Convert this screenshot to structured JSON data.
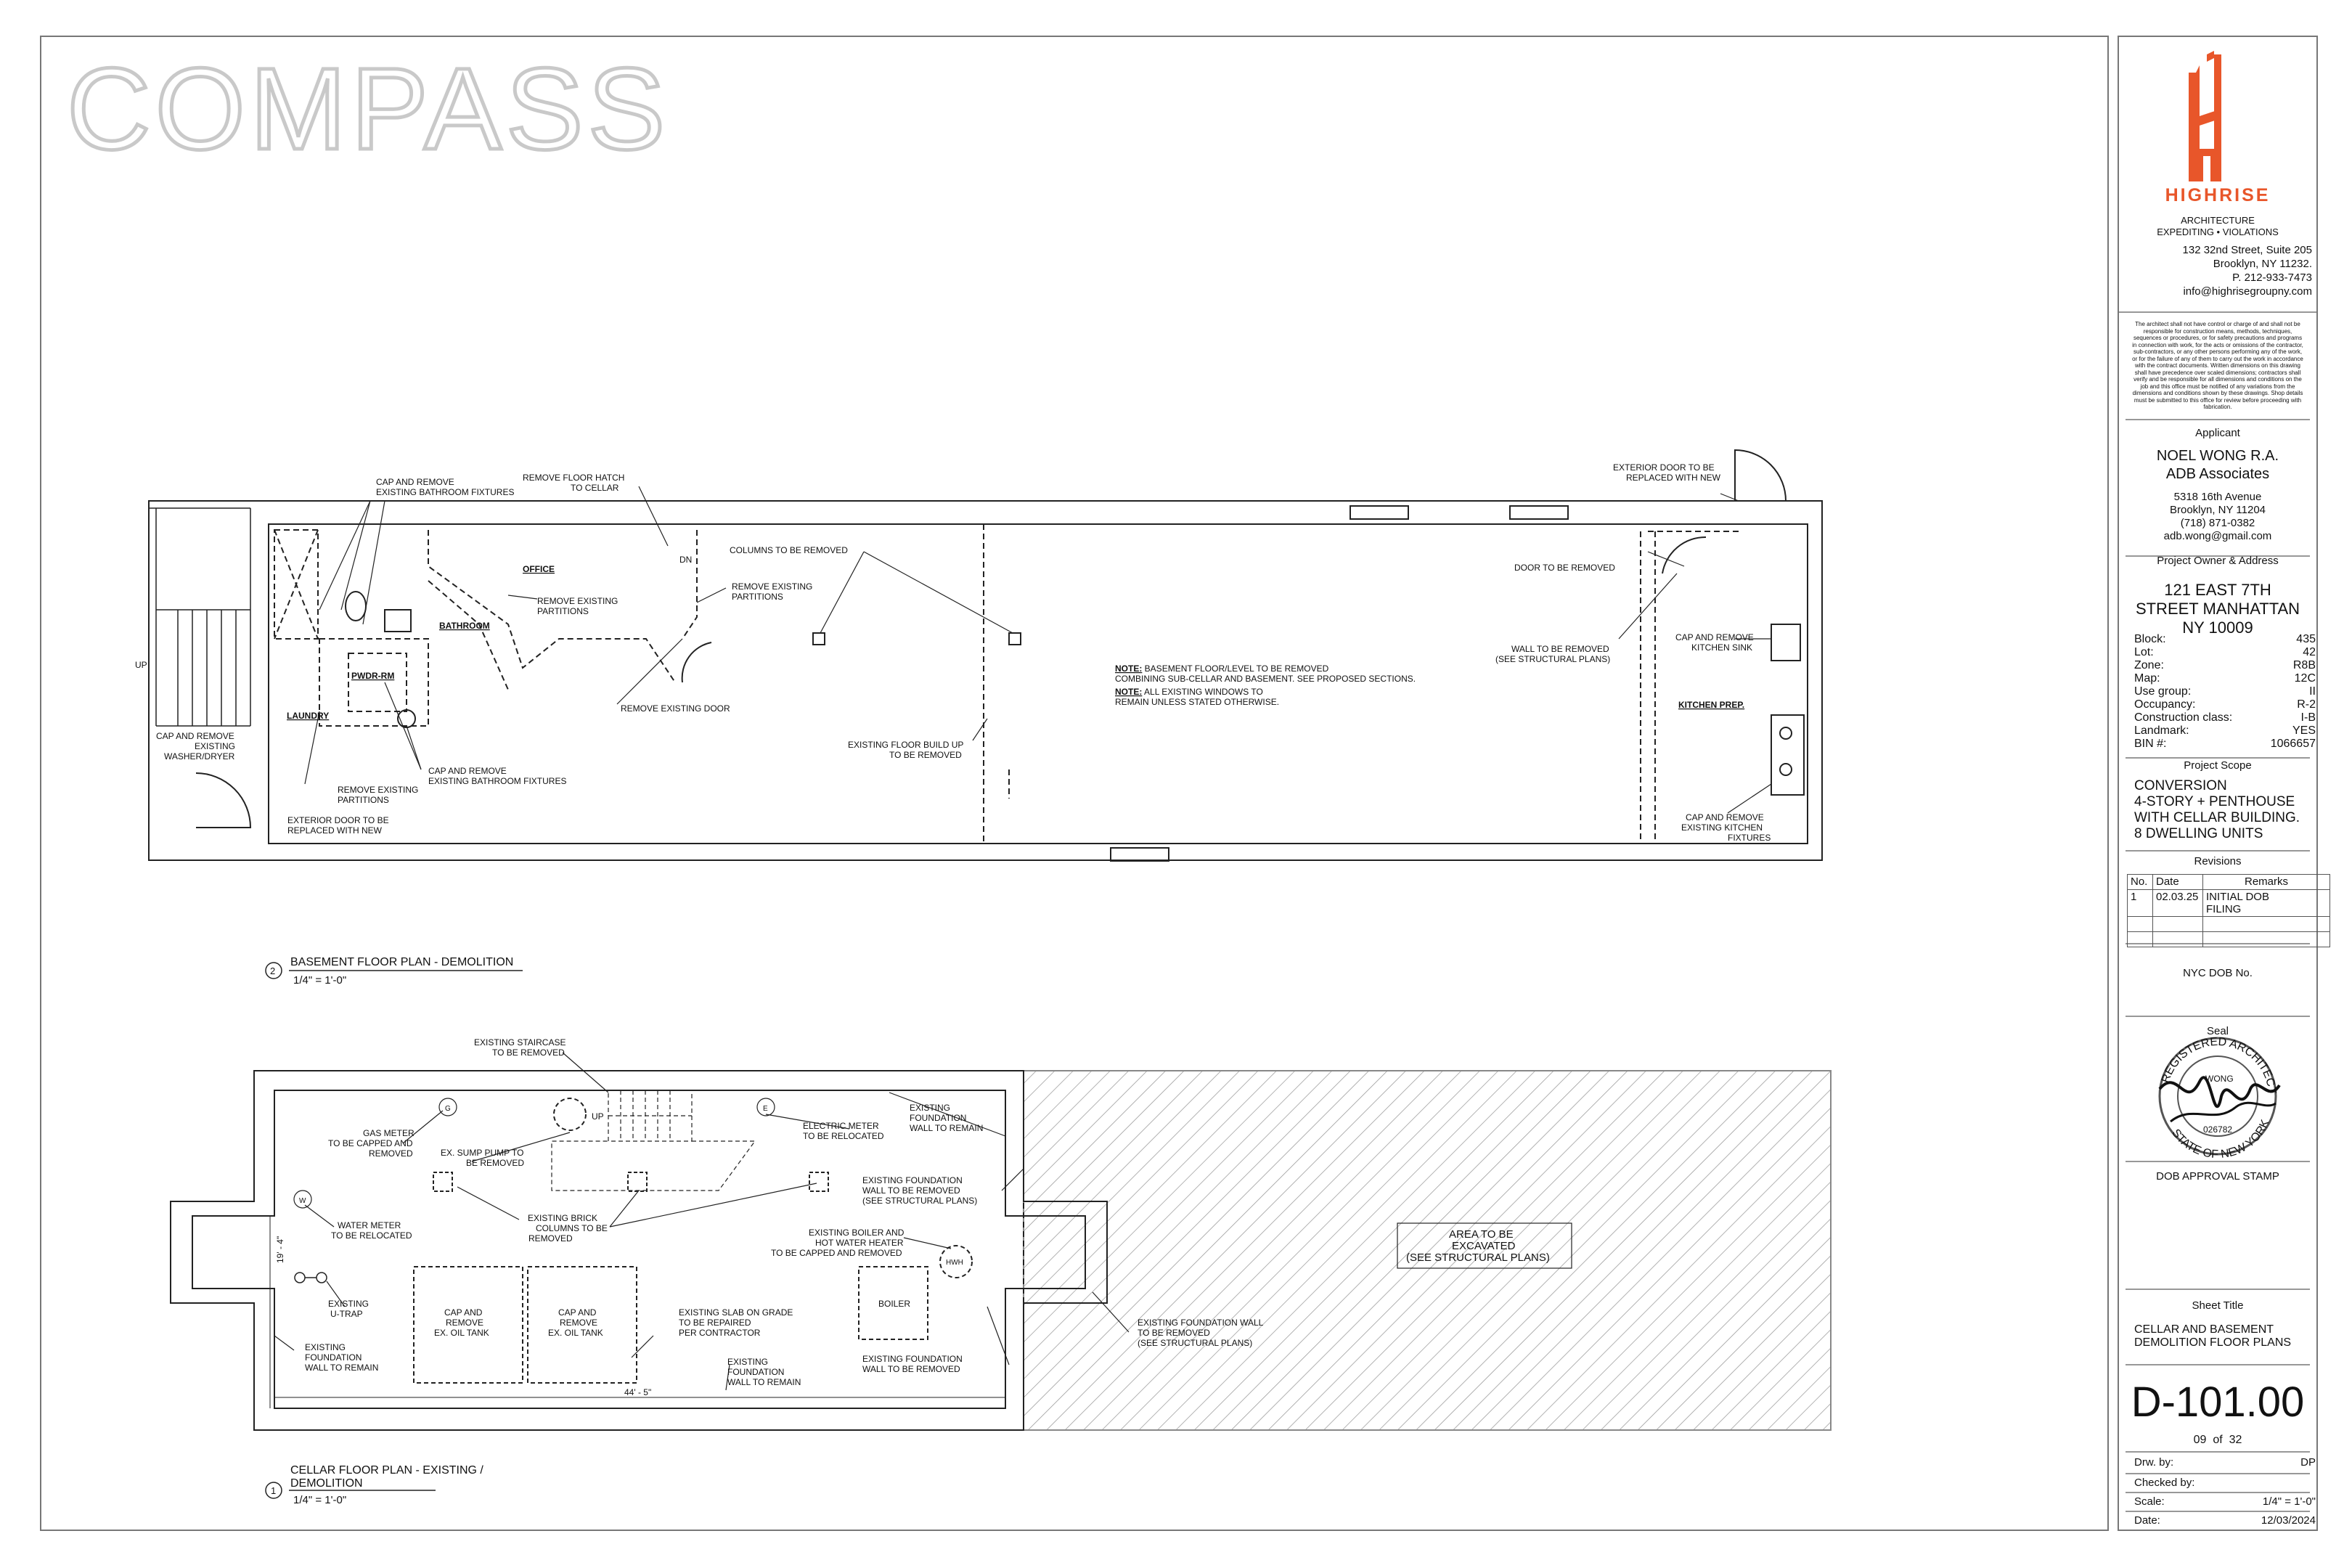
{
  "watermark": "COMPASS",
  "firm": {
    "name": "HIGHRISE",
    "line1": "ARCHITECTURE",
    "line2": "EXPEDITING • VIOLATIONS",
    "address1": "132 32nd Street, Suite 205",
    "address2": "Brooklyn, NY 11232.",
    "phone": "P. 212-933-7473",
    "email": "info@highrisegroupny.com",
    "brand_color": "#e8562a"
  },
  "disclaimer": "The architect shall not have control or charge of and shall not be responsible for construction means, methods, techniques, sequences or procedures, or for safety precautions and programs in connection with work, for the acts or omissions of the contractor, sub-contractors, or any other persons performing any of the work, or for the failure of any of them to carry out the work in accordance with the contract documents. Written dimensions on this drawing shall have precedence over scaled dimensions; contractors shall verify and be responsible for all dimensions and conditions on the job and this office must be notified of any variations from the dimensions and conditions shown by these drawings. Shop details must be submitted to this office for review before proceeding with fabrication.",
  "applicant": {
    "heading": "Applicant",
    "name1": "NOEL WONG R.A.",
    "name2": "ADB Associates",
    "addr1": "5318 16th Avenue",
    "addr2": "Brooklyn, NY 11204",
    "phone": "(718) 871-0382",
    "email": "adb.wong@gmail.com"
  },
  "owner": {
    "heading": "Project Owner & Address",
    "line1": "121 EAST 7TH",
    "line2": "STREET MANHATTAN",
    "line3": "NY 10009"
  },
  "props": [
    {
      "k": "Block:",
      "v": "435"
    },
    {
      "k": "Lot:",
      "v": "42"
    },
    {
      "k": "Zone:",
      "v": "R8B"
    },
    {
      "k": "Map:",
      "v": "12C"
    },
    {
      "k": "Use group:",
      "v": "II"
    },
    {
      "k": "Occupancy:",
      "v": "R-2"
    },
    {
      "k": "Construction class:",
      "v": "I-B"
    },
    {
      "k": "Landmark:",
      "v": "YES"
    },
    {
      "k": "BIN #:",
      "v": "1066657"
    }
  ],
  "scope": {
    "heading": "Project Scope",
    "line1": "CONVERSION",
    "line2": "4-STORY + PENTHOUSE",
    "line3": "WITH CELLAR BUILDING.",
    "line4": "8 DWELLING UNITS"
  },
  "revisions": {
    "heading": "Revisions",
    "cols": [
      "No.",
      "Date",
      "Remarks"
    ],
    "row1": {
      "no": "1",
      "date": "02.03.25",
      "remarks1": "INITIAL DOB",
      "remarks2": "FILING"
    }
  },
  "dob_no": "NYC DOB No.",
  "seal": {
    "heading": "Seal",
    "ring_top": "REGISTERED ARCHITECT",
    "ring_bottom": "STATE OF NEW YORK",
    "name": "WONG",
    "number": "026782"
  },
  "dob_stamp": "DOB APPROVAL STAMP",
  "sheet_title": {
    "heading": "Sheet Title",
    "line1": "CELLAR AND BASEMENT",
    "line2": "DEMOLITION FLOOR PLANS"
  },
  "sheet_number": "D-101.00",
  "sheet_count": {
    "current": "09",
    "of": "of",
    "total": "32"
  },
  "meta": [
    {
      "k": "Drw. by:",
      "v": "DP"
    },
    {
      "k": "Checked by:",
      "v": ""
    },
    {
      "k": "Scale:",
      "v": "1/4\" = 1'-0\""
    },
    {
      "k": "Date:",
      "v": "12/03/2024"
    }
  ],
  "basement": {
    "title_no": "2",
    "title": "BASEMENT FLOOR PLAN - DEMOLITION",
    "scale": "1/4\" = 1'-0\"",
    "rooms": {
      "office": "OFFICE",
      "bathroom": "BATHROOM",
      "pwdr": "PWDR-RM",
      "laundry": "LAUNDRY",
      "kitchen": "KITCHEN PREP."
    },
    "dn": "DN",
    "up": "UP",
    "notes": {
      "cap_bath_top1": "CAP AND REMOVE",
      "cap_bath_top2": "EXISTING BATHROOM FIXTURES",
      "hatch1": "REMOVE FLOOR HATCH",
      "hatch2": "TO CELLAR",
      "remove_part1": "REMOVE EXISTING",
      "remove_part2": "PARTITIONS",
      "remove_part_b1": "REMOVE EXISTING",
      "remove_part_b2": "PARTITIONS",
      "columns": "COLUMNS TO BE REMOVED",
      "remove_door": "REMOVE EXISTING DOOR",
      "washer1": "CAP AND REMOVE",
      "washer2": "EXISTING",
      "washer3": "WASHER/DRYER",
      "remove_part_c1": "REMOVE EXISTING",
      "remove_part_c2": "PARTITIONS",
      "cap_bath_bot1": "CAP AND REMOVE",
      "cap_bath_bot2": "EXISTING BATHROOM FIXTURES",
      "ext_door_l1": "EXTERIOR DOOR TO  BE",
      "ext_door_l2": "REPLACED WITH NEW",
      "buildup1": "EXISTING FLOOR BUILD UP",
      "buildup2": "TO BE REMOVED",
      "note1_label": "NOTE:",
      "note1a": " BASEMENT FLOOR/LEVEL TO BE REMOVED",
      "note1b": "COMBINING SUB-CELLAR AND BASEMENT. SEE PROPOSED SECTIONS.",
      "note2_label": "NOTE:",
      "note2a": " ALL EXISTING WINDOWS TO",
      "note2b": "REMAIN UNLESS STATED OTHERWISE.",
      "ext_door_r1": "EXTERIOR DOOR TO  BE",
      "ext_door_r2": "REPLACED WITH NEW",
      "door_removed": "DOOR TO BE REMOVED",
      "wall1": "WALL TO BE REMOVED",
      "wall2": "(SEE STRUCTURAL PLANS)",
      "sink1": "CAP AND REMOVE",
      "sink2": "KITCHEN SINK",
      "kfix1": "CAP AND REMOVE",
      "kfix2": "EXISTING KITCHEN",
      "kfix3": "FIXTURES"
    }
  },
  "cellar": {
    "title_no": "1",
    "title1": "CELLAR FLOOR PLAN - EXISTING /",
    "title2": "DEMOLITION",
    "scale": "1/4\" = 1'-0\"",
    "up": "UP",
    "dim_w": "44' - 5\"",
    "dim_h": "19' - 4\"",
    "symbols": {
      "g": "G",
      "e": "E",
      "w": "W",
      "hwh": "HWH"
    },
    "boiler": "BOILER",
    "tank1a": "CAP AND",
    "tank1b": "REMOVE",
    "tank1c": "EX. OIL TANK",
    "tank2a": "CAP AND",
    "tank2b": "REMOVE",
    "tank2c": "EX. OIL TANK",
    "excavate1": "AREA TO BE",
    "excavate2": "EXCAVATED",
    "excavate3": "(SEE STRUCTURAL PLANS)",
    "notes": {
      "stair1": "EXISTING STAIRCASE",
      "stair2": "TO BE REMOVED",
      "gas1": "GAS METER",
      "gas2": "TO BE CAPPED AND",
      "gas3": "REMOVED",
      "sump1": "EX. SUMP PUMP TO",
      "sump2": "BE REMOVED",
      "elec1": "ELECTRIC METER",
      "elec2": "TO BE RELOCATED",
      "fwall1": "EXISTING",
      "fwall2": "FOUNDATION",
      "fwall3": "WALL TO REMAIN",
      "fwr1": "EXISTING FOUNDATION",
      "fwr2": "WALL TO BE REMOVED",
      "fwr3": "(SEE STRUCTURAL PLANS)",
      "water1": "WATER METER",
      "water2": "TO BE RELOCATED",
      "brick1": "EXISTING BRICK",
      "brick2": "COLUMNS TO BE",
      "brick3": "REMOVED",
      "boilnote1": "EXISTING BOILER AND",
      "boilnote2": "HOT WATER HEATER",
      "boilnote3": "TO BE CAPPED AND REMOVED",
      "utrap1": "EXISTING",
      "utrap2": "U-TRAP",
      "fl1": "EXISTING",
      "fl2": "FOUNDATION",
      "fl3": "WALL TO REMAIN",
      "slab1": "EXISTING SLAB ON GRADE",
      "slab2": "TO BE REPAIRED",
      "slab3": "PER CONTRACTOR",
      "fb1": "EXISTING",
      "fb2": "FOUNDATION",
      "fb3": "WALL TO REMAIN",
      "fbr1": "EXISTING FOUNDATION",
      "fbr2": "WALL TO BE REMOVED",
      "fex1": "EXISTING FOUNDATION WALL",
      "fex2": "TO BE REMOVED",
      "fex3": "(SEE STRUCTURAL PLANS)"
    }
  }
}
